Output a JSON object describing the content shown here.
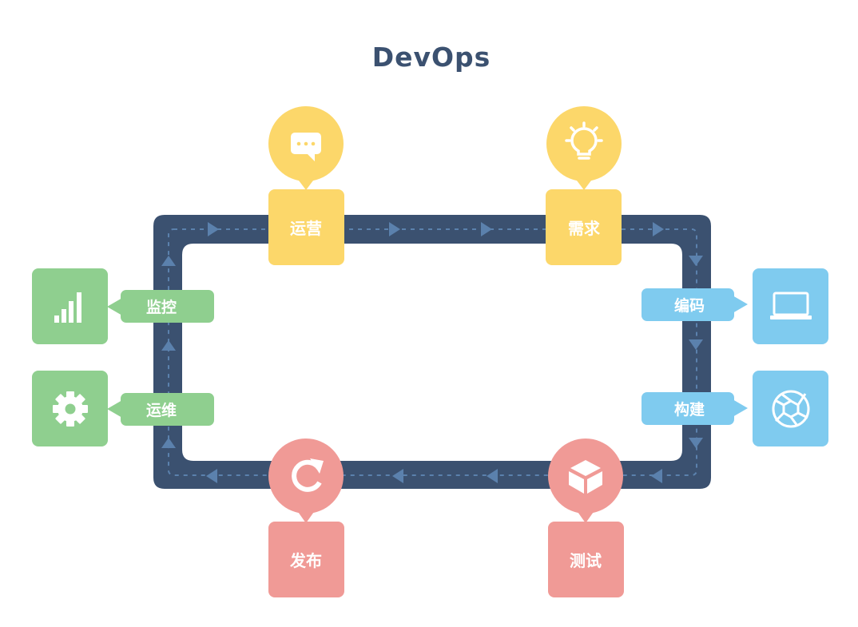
{
  "title": "DevOps",
  "stages": {
    "operate": "运营",
    "requirements": "需求",
    "coding": "编码",
    "build": "构建",
    "test": "测试",
    "release": "发布",
    "ops": "运维",
    "monitor": "监控"
  },
  "colors": {
    "loop": "#3b5170",
    "loop_accent": "#5b81ad",
    "yellow": "#fcd76a",
    "blue": "#7fcbef",
    "red": "#f09a96",
    "green": "#8fcf8f"
  },
  "icons": {
    "operate": "chat-bubble-icon",
    "requirements": "lightbulb-icon",
    "coding": "laptop-icon",
    "build": "aperture-icon",
    "test": "cube-icon",
    "release": "refresh-icon",
    "ops": "gear-icon",
    "monitor": "signal-bars-icon"
  }
}
